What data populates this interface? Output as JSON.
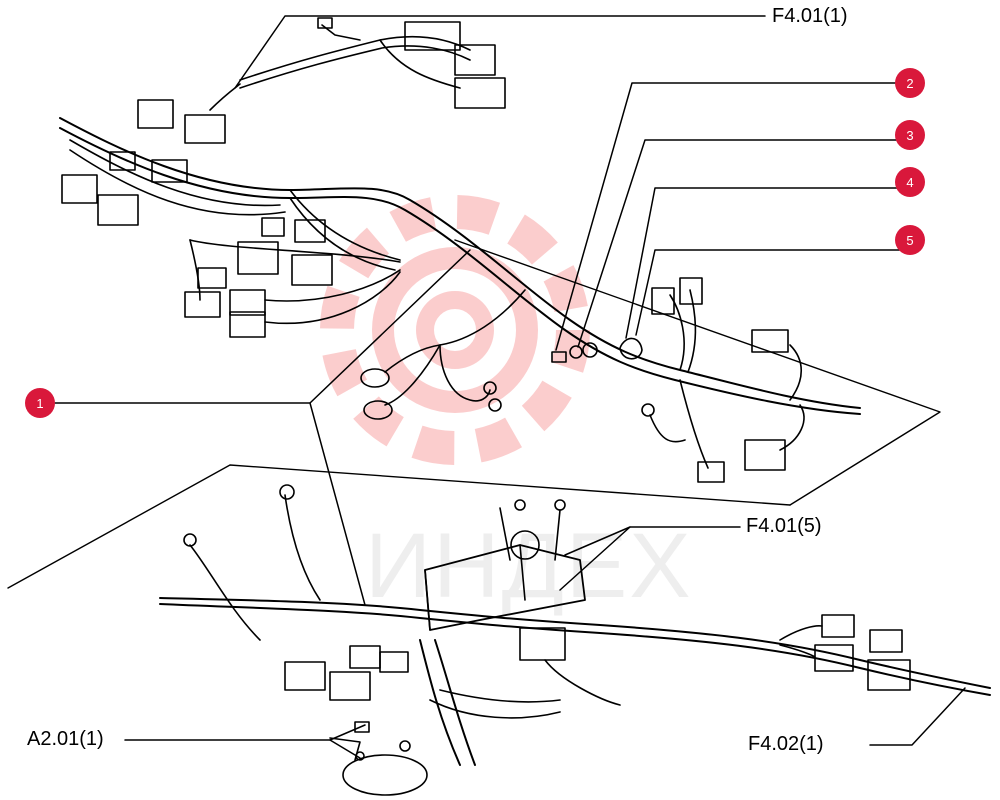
{
  "labels": {
    "f401_1": "F4.01(1)",
    "f401_5": "F4.01(5)",
    "f402_1": "F4.02(1)",
    "a201_1": "A2.01(1)"
  },
  "callouts": [
    "1",
    "2",
    "3",
    "4",
    "5"
  ],
  "watermark": {
    "text": "ИНДЕХ",
    "color": "#f04a4a"
  },
  "colors": {
    "callout": "#d9183b",
    "line": "#000000"
  }
}
